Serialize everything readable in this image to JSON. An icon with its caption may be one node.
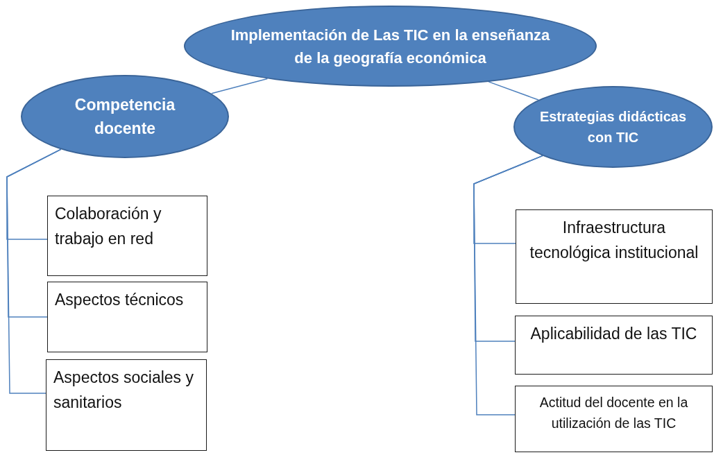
{
  "diagram": {
    "nodes": [
      {
        "text": [
          "Implementación de Las TIC en la enseñanza de la geografía económica"
        ]
      },
      {
        "text": [
          "Competencia docente"
        ]
      },
      {
        "text": [
          "Estrategias didácticas con TIC"
        ]
      },
      {
        "text": [
          "Colaboración y trabajo en red"
        ]
      },
      {
        "text": [
          "Aspectos técnicos"
        ]
      },
      {
        "text": [
          "Aspectos sociales y sanitarios"
        ]
      },
      {
        "text": [
          "Infraestructura tecnológica institucional"
        ]
      },
      {
        "text": [
          "Aplicabilidad de las TIC"
        ]
      },
      {
        "text": [
          "Actitud del docente en la utilización de las TIC"
        ]
      }
    ],
    "edges": [
      {
        "from": 0,
        "to": 1,
        "arrow": "none"
      },
      {
        "from": 0,
        "to": 2,
        "arrow": "none"
      },
      {
        "from": 1,
        "to": 3,
        "arrow": "none"
      },
      {
        "from": 1,
        "to": 4,
        "arrow": "none"
      },
      {
        "from": 1,
        "to": 5,
        "arrow": "none"
      },
      {
        "from": 2,
        "to": 6,
        "arrow": "none"
      },
      {
        "from": 2,
        "to": 7,
        "arrow": "none"
      },
      {
        "from": 2,
        "to": 8,
        "arrow": "none"
      }
    ]
  }
}
